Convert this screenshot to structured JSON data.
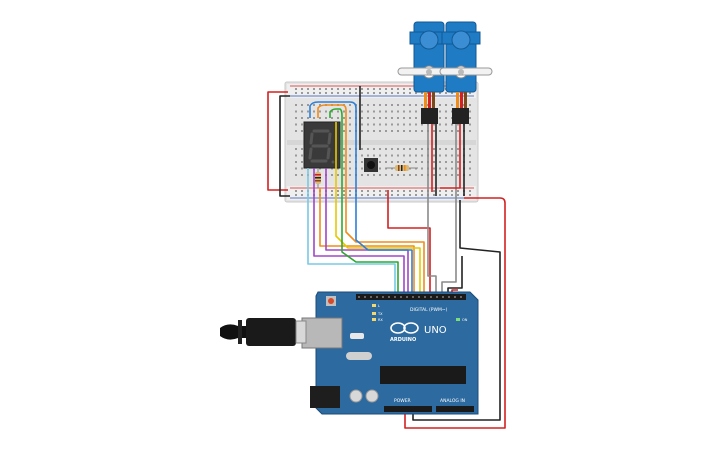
{
  "arduino": {
    "brand": "ARDUINO",
    "model": "UNO",
    "digital_label": "DIGITAL (PWM~)",
    "power_label": "POWER",
    "analog_label": "ANALOG IN",
    "tx_label": "TX",
    "rx_label": "RX",
    "l_label": "L",
    "on_label": "ON"
  },
  "colors": {
    "board": "#2d6a9f",
    "breadboard": "#e6e6e6",
    "servo": "#1f7bc4",
    "wire_red": "#d32020",
    "wire_black": "#222222",
    "wire_orange": "#f08c1a",
    "wire_yellow": "#e6c800",
    "wire_green": "#2ea82e",
    "wire_blue": "#2d7fd8",
    "wire_purple": "#a046c8",
    "wire_cyan": "#78c8e6",
    "wire_gray": "#8a8a8a"
  },
  "icons": [
    "usb-cable-icon",
    "reset-button-icon",
    "arduino-logo-icon"
  ]
}
